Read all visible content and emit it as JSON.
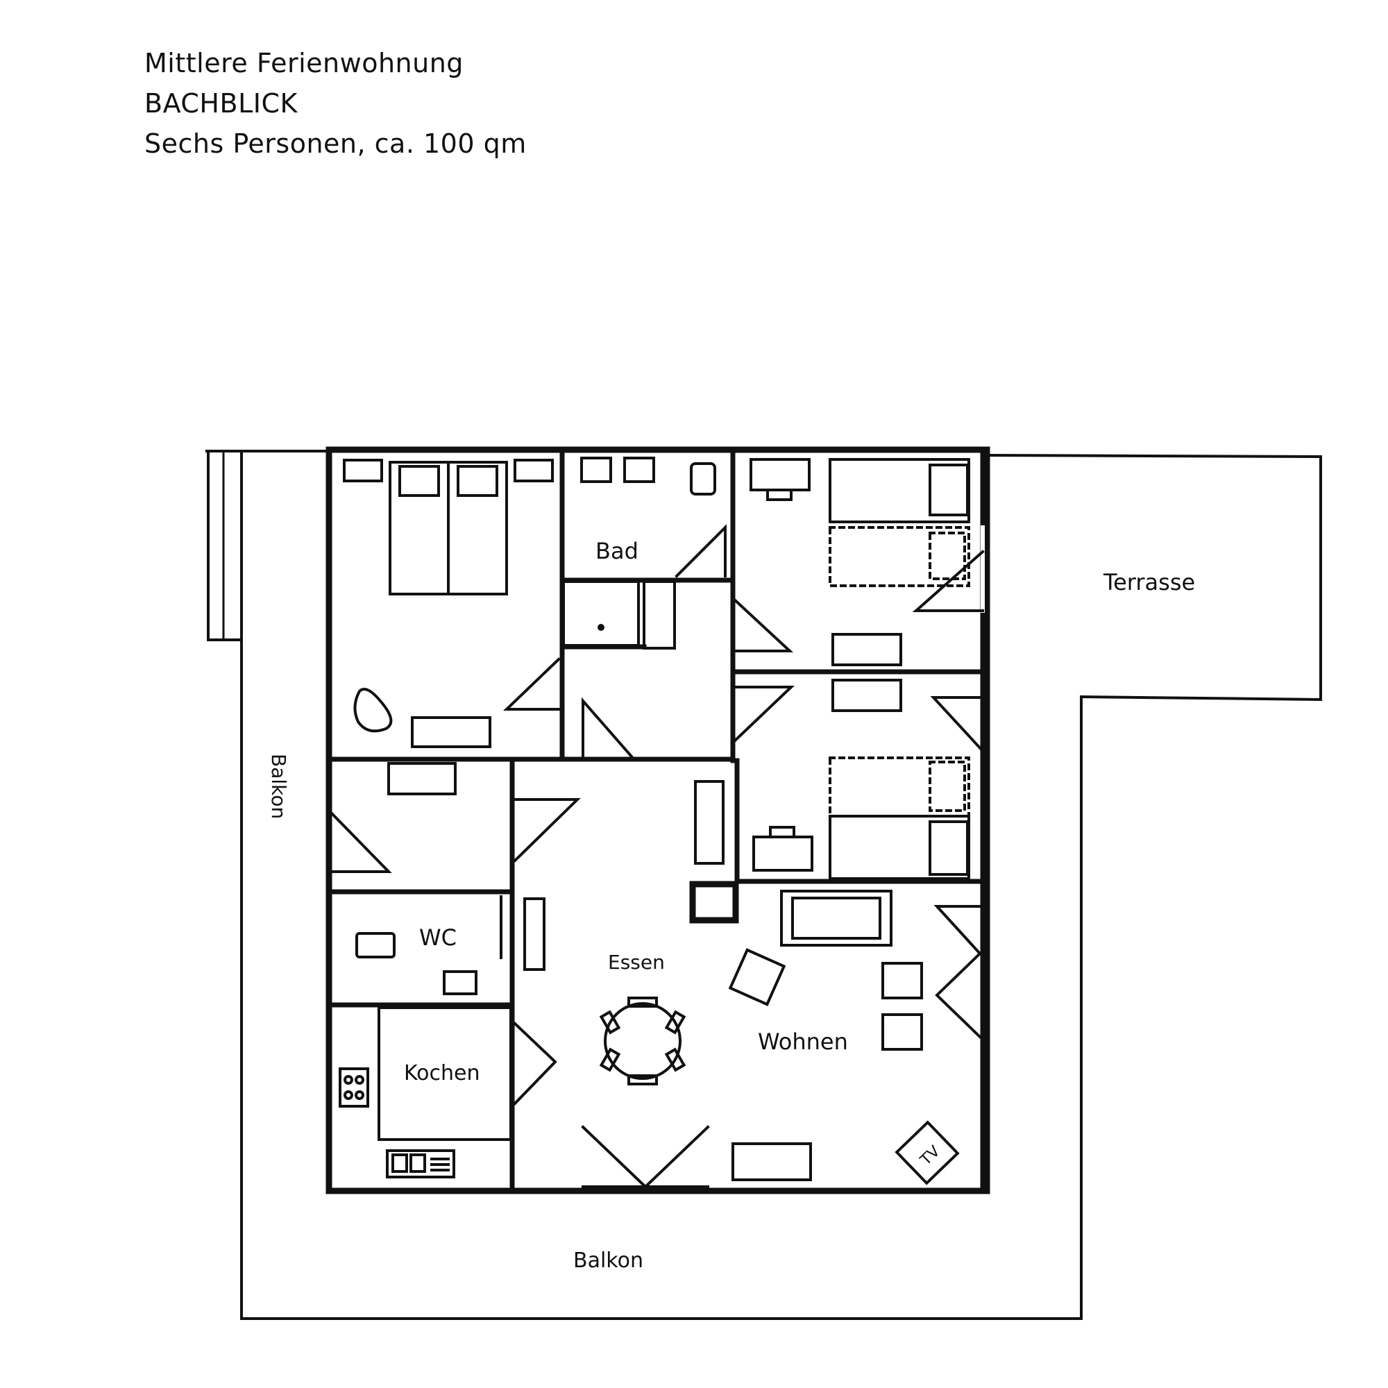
{
  "header": {
    "line1": "Mittlere Ferienwohnung",
    "line2": "BACHBLICK",
    "line3": "Sechs Personen, ca. 100 qm"
  },
  "rooms": {
    "bad": "Bad",
    "terrasse": "Terrasse",
    "balkon_side": "Balkon",
    "balkon_bottom": "Balkon",
    "wc": "WC",
    "essen": "Essen",
    "wohnen": "Wohnen",
    "kochen": "Kochen",
    "tv": "TV"
  }
}
